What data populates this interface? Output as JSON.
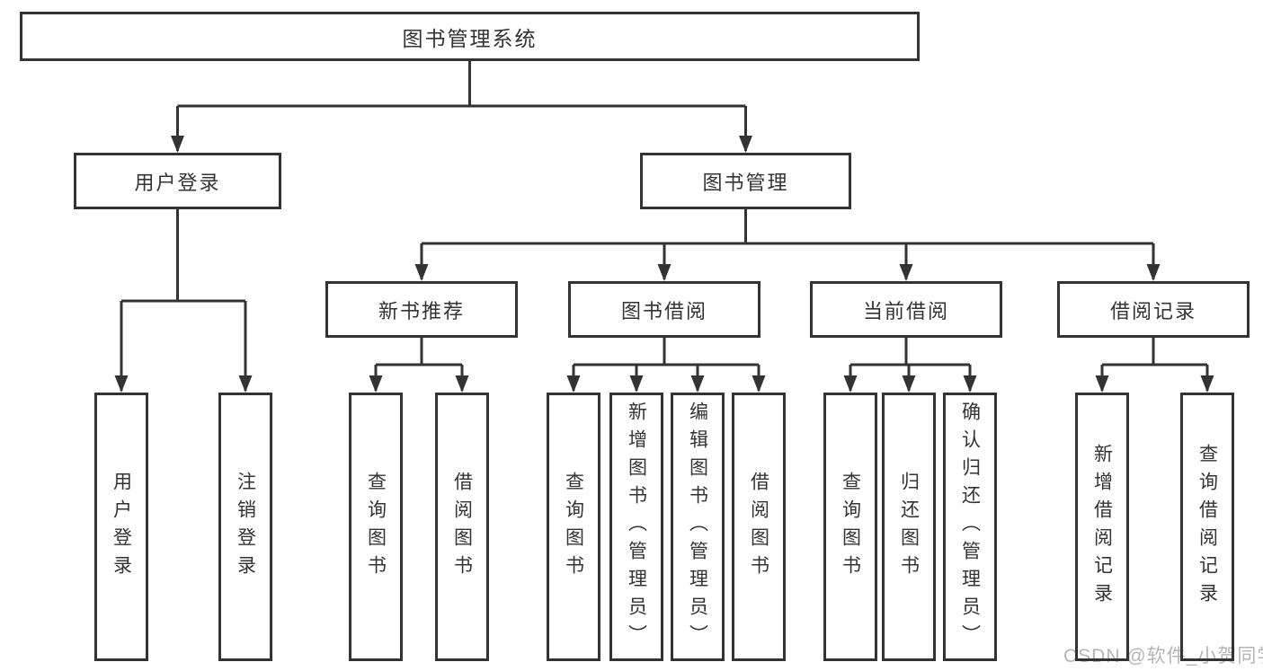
{
  "tree": {
    "root": {
      "label": "图书管理系统"
    },
    "children": [
      {
        "label": "用户登录",
        "children": [
          {
            "label": "用户登录"
          },
          {
            "label": "注销登录"
          }
        ]
      },
      {
        "label": "图书管理",
        "children": [
          {
            "label": "新书推荐",
            "children": [
              {
                "label": "查询图书"
              },
              {
                "label": "借阅图书"
              }
            ]
          },
          {
            "label": "图书借阅",
            "children": [
              {
                "label": "查询图书"
              },
              {
                "label": "新增图书（管理员）"
              },
              {
                "label": "编辑图书（管理员）"
              },
              {
                "label": "借阅图书"
              }
            ]
          },
          {
            "label": "当前借阅",
            "children": [
              {
                "label": "查询图书"
              },
              {
                "label": "归还图书"
              },
              {
                "label": "确认归还（管理员）"
              }
            ]
          },
          {
            "label": "借阅记录",
            "children": [
              {
                "label": "新增借阅记录"
              },
              {
                "label": "查询借阅记录"
              }
            ]
          }
        ]
      }
    ]
  },
  "watermark": {
    "text": "CSDN @软件_小贺同学"
  },
  "colors": {
    "line": "#333333",
    "box_border": "#333333",
    "text": "#333333",
    "watermark": "#b5b5b5",
    "background": "#ffffff"
  }
}
